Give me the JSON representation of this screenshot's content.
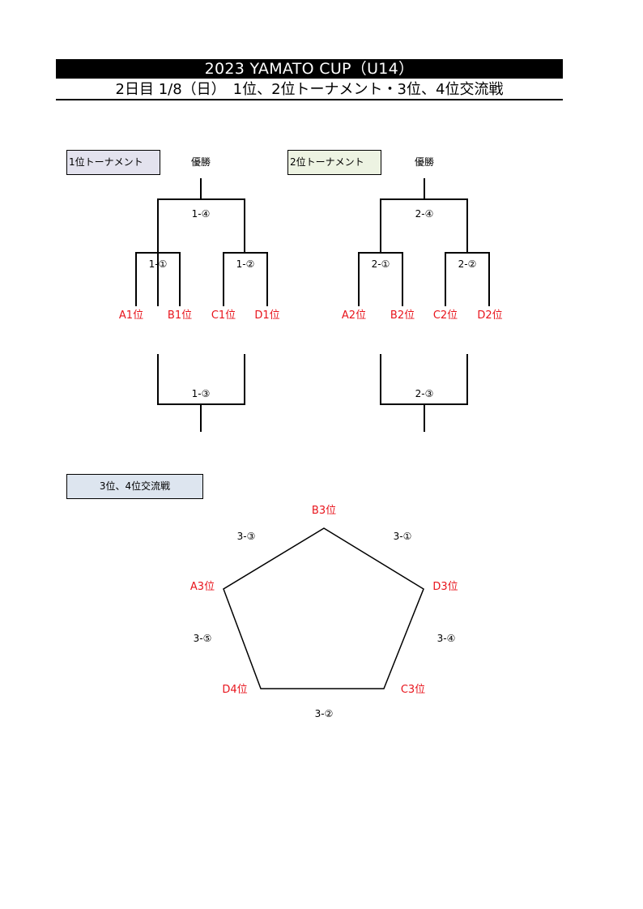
{
  "header": {
    "title": "2023 YAMATO CUP（U14）",
    "subtitle": "2日目 1/8（日）　1位、2位トーナメント・3位、4位交流戦"
  },
  "tournament1": {
    "label": "1位トーナメント",
    "winner": "優勝",
    "final": "1-④",
    "semi_left": "1-①",
    "semi_right": "1-②",
    "teams": [
      "A1位",
      "B1位",
      "C1位",
      "D1位"
    ],
    "third_place": "1-③"
  },
  "tournament2": {
    "label": "2位トーナメント",
    "winner": "優勝",
    "final": "2-④",
    "semi_left": "2-①",
    "semi_right": "2-②",
    "teams": [
      "A2位",
      "B2位",
      "C2位",
      "D2位"
    ],
    "third_place": "2-③"
  },
  "exchange": {
    "label": "3位、4位交流戦",
    "teams": {
      "top": "B3位",
      "left": "A3位",
      "right": "D3位",
      "bottom_left": "D4位",
      "bottom_right": "C3位"
    },
    "matches": {
      "upper_left": "3-③",
      "upper_right": "3-①",
      "left": "3-⑤",
      "right": "3-④",
      "bottom": "3-②"
    }
  },
  "colors": {
    "team_text": "#e8141c",
    "label1_bg": "#e3e2ee",
    "label2_bg": "#edf3e2",
    "label3_bg": "#dde5ef"
  }
}
